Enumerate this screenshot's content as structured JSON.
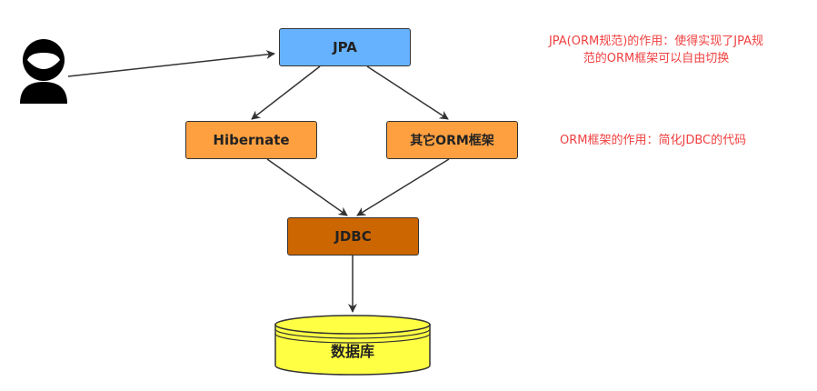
{
  "nodes": {
    "jpa": "JPA",
    "hibernate": "Hibernate",
    "other_orm": "其它ORM框架",
    "jdbc": "JDBC",
    "database": "数据库"
  },
  "notes": {
    "jpa_role_line1": "JPA(ORM规范)的作用：使得实现了JPA规",
    "jpa_role_line2": "范的ORM框架可以自由切换",
    "orm_role": "ORM框架的作用：简化JDBC的代码"
  },
  "colors": {
    "jpa": "#66b2ff",
    "orm": "#ffa040",
    "jdbc": "#cc6600",
    "database": "#ffff44",
    "note": "#f04040"
  },
  "icons": {
    "user": "user-icon"
  }
}
